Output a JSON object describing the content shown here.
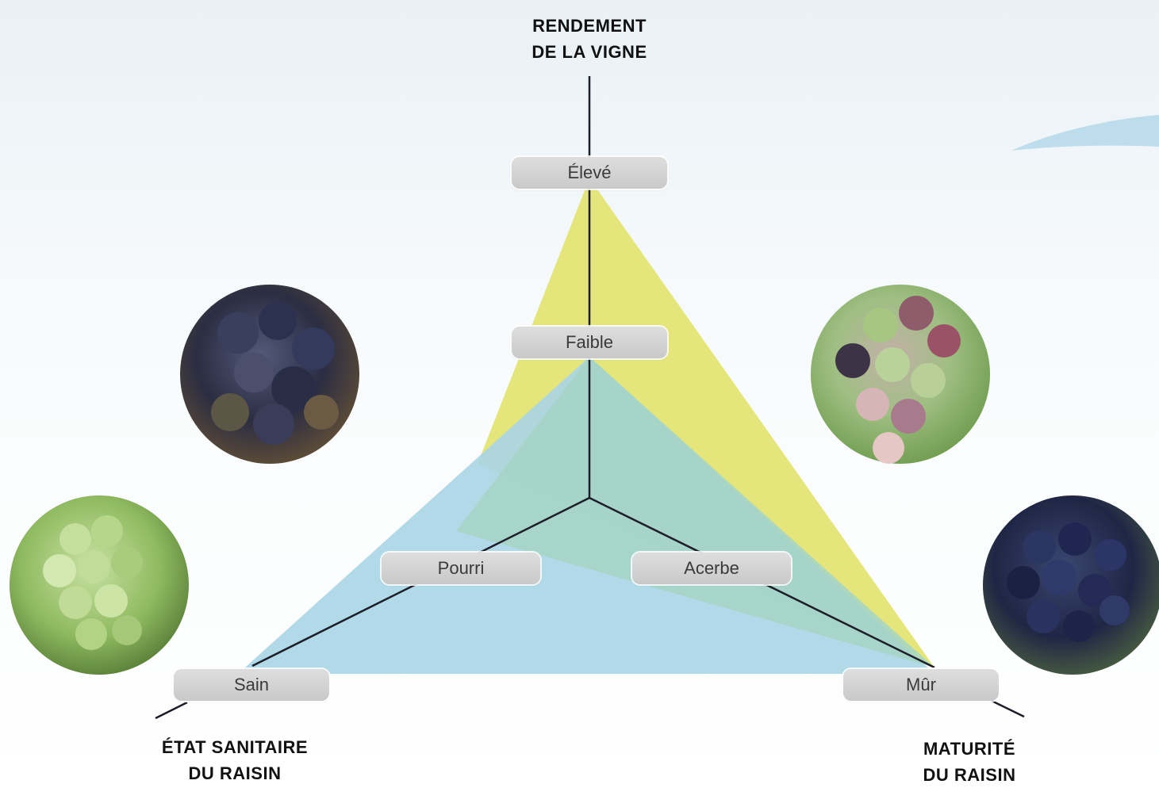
{
  "axes": {
    "top": {
      "line1": "RENDEMENT",
      "line2": "DE LA VIGNE"
    },
    "left": {
      "line1": "ÉTAT SANITAIRE",
      "line2": "DU RAISIN"
    },
    "right": {
      "line1": "MATURITÉ",
      "line2": "DU RAISIN"
    }
  },
  "levels": {
    "yield_high": "Élevé",
    "yield_low": "Faible",
    "health_rotten": "Pourri",
    "health_healthy": "Sain",
    "maturity_unripe": "Acerbe",
    "maturity_ripe": "Mûr"
  },
  "colors": {
    "yield_triangle": "#e4e67c",
    "health_triangle": "#a9d5e6",
    "maturity_triangle": "#a6d4c4",
    "axis_line": "#1e1e2a",
    "label_pill": "#d4d4d4"
  },
  "photos": [
    {
      "name": "rotten-grapes-photo",
      "depicts": "rotten dark grapes"
    },
    {
      "name": "unripe-grapes-photo",
      "depicts": "unripe pink and green grapes"
    },
    {
      "name": "healthy-grapes-photo",
      "depicts": "healthy green grapes"
    },
    {
      "name": "ripe-grapes-photo",
      "depicts": "ripe dark blue grapes"
    }
  ]
}
